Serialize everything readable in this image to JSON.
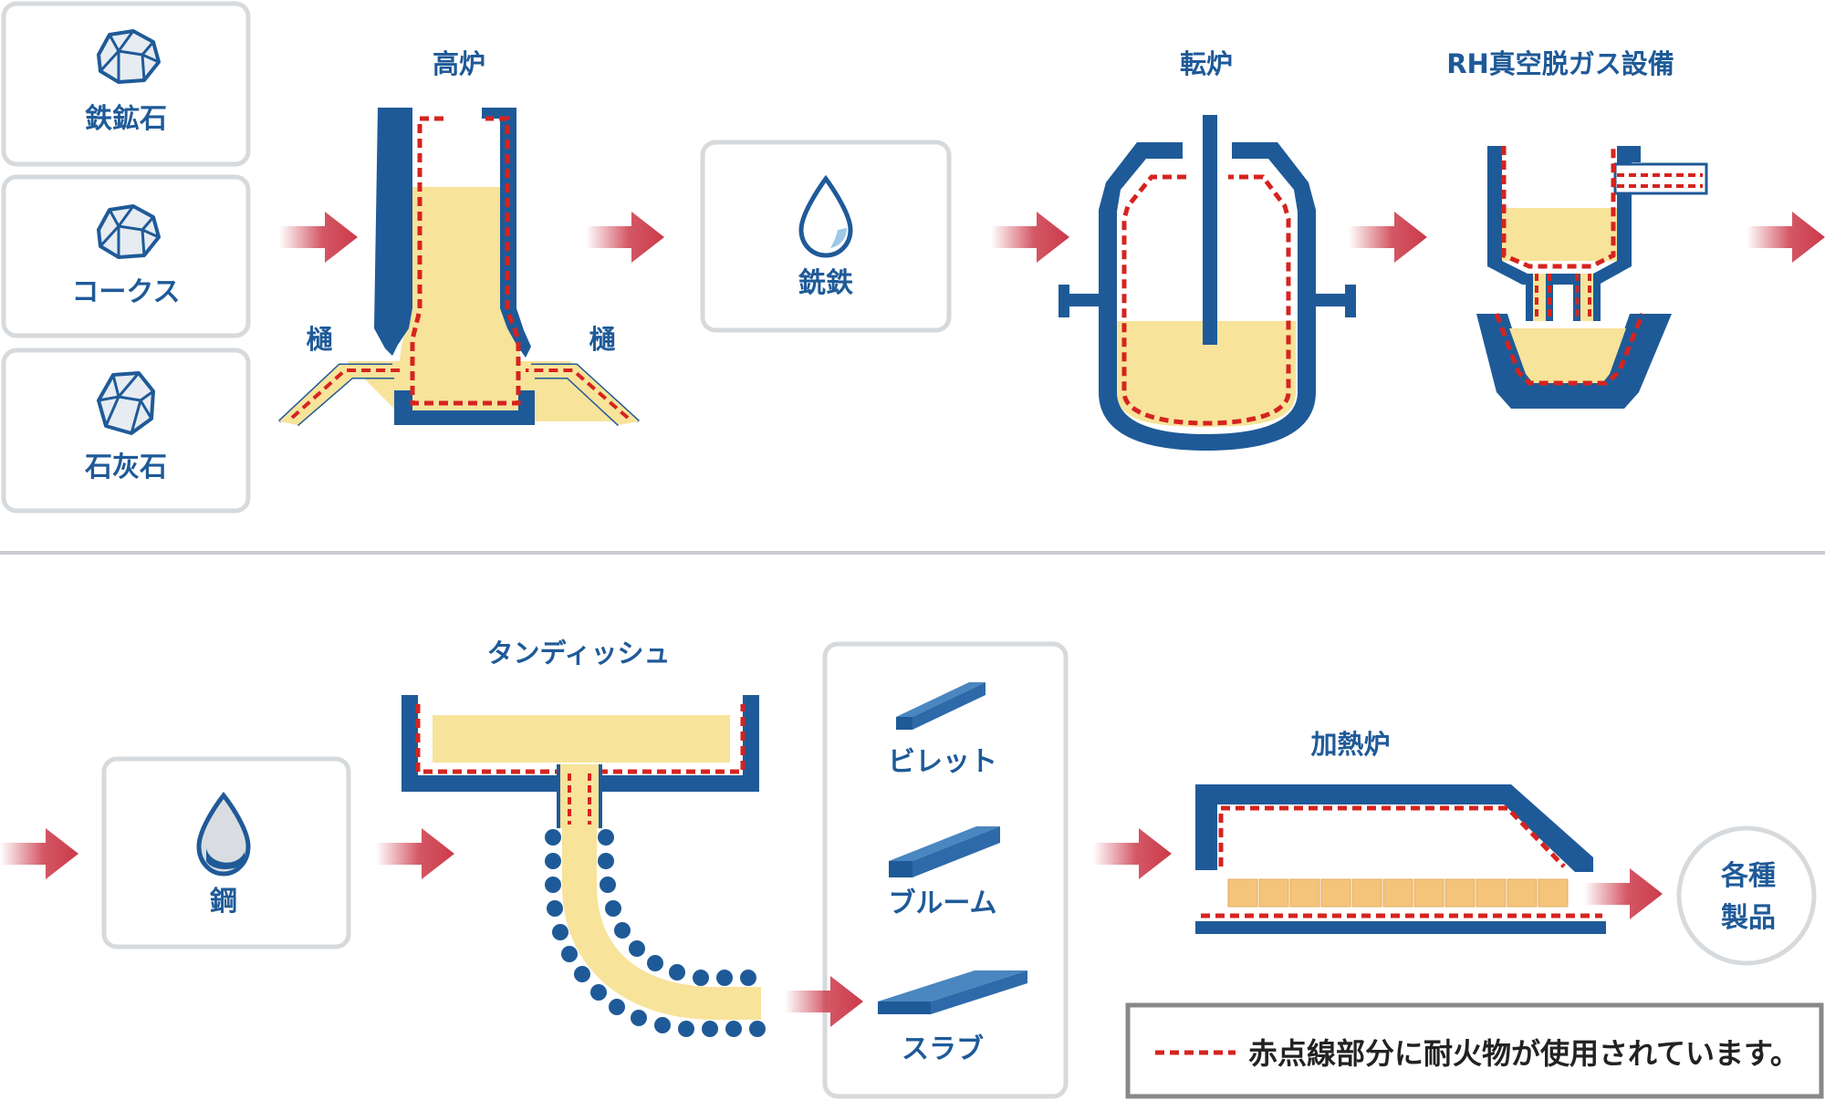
{
  "colors": {
    "blue": "#1f5a98",
    "melt": "#f7e39a",
    "refractory_dash": "#d6231f",
    "arrow": "#cc3a4a",
    "box_border": "#d6dadd",
    "divider": "#c8ccd0"
  },
  "raw_materials": [
    {
      "label": "鉄鉱石",
      "icon": "rock-icon"
    },
    {
      "label": "コークス",
      "icon": "rock-icon"
    },
    {
      "label": "石灰石",
      "icon": "rock-icon"
    }
  ],
  "processes": {
    "blast_furnace": {
      "title": "高炉",
      "trough_left": "樋",
      "trough_right": "樋"
    },
    "pig_iron": {
      "label": "銑鉄",
      "icon": "droplet-icon"
    },
    "converter": {
      "title": "転炉"
    },
    "rh_degasser": {
      "title": "RH真空脱ガス設備"
    },
    "steel": {
      "label": "鋼",
      "icon": "droplet-icon"
    },
    "tundish": {
      "title": "タンディッシュ"
    },
    "semi_products": [
      "ビレット",
      "ブルーム",
      "スラブ"
    ],
    "reheating_furnace": {
      "title": "加熱炉"
    },
    "products": {
      "line1": "各種",
      "line2": "製品"
    }
  },
  "legend": {
    "text": "赤点線部分に耐火物が使用されています。"
  }
}
